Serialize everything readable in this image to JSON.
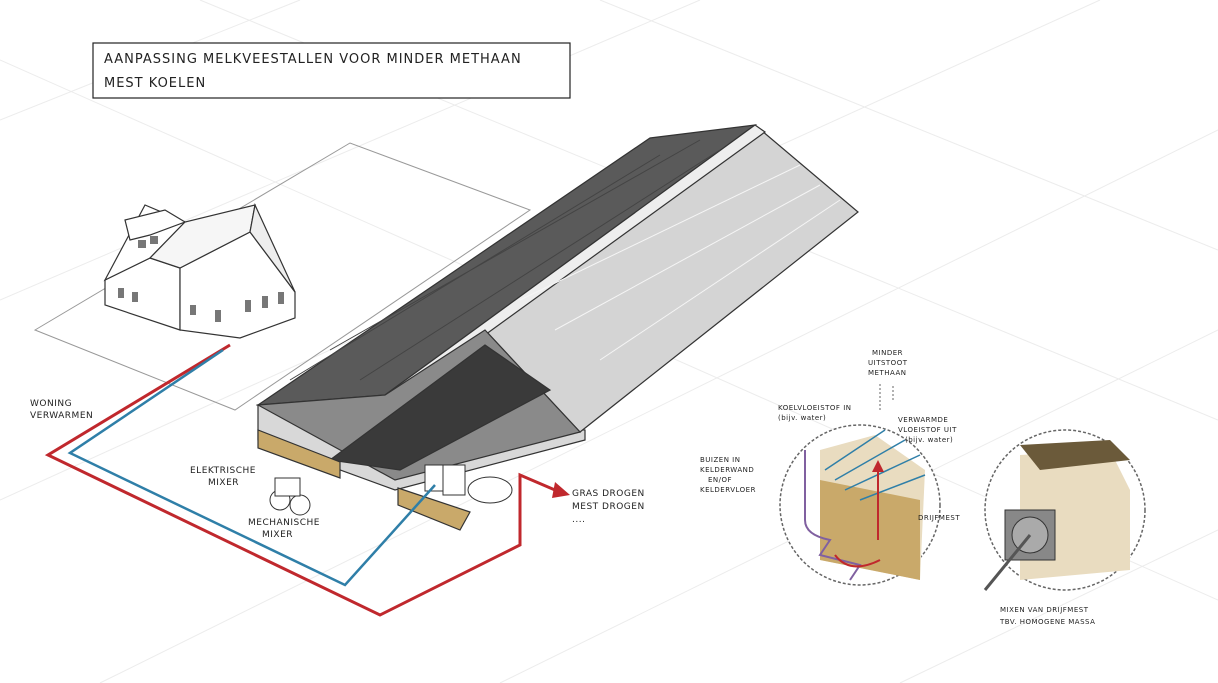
{
  "title": {
    "line1": "AANPASSING MELKVEESTALLEN VOOR MINDER METHAAN",
    "line2": "MEST KOELEN"
  },
  "labels": {
    "woning_verwarmen": [
      "WONING",
      "VERWARMEN"
    ],
    "elektrische_mixer": [
      "ELEKTRISCHE",
      "MIXER"
    ],
    "mechanische_mixer": [
      "MECHANISCHE",
      "MIXER"
    ],
    "drogen": [
      "GRAS DROGEN",
      "MEST DROGEN",
      "...."
    ],
    "buizen": [
      "BUIZEN IN",
      "KELDERWAND",
      "EN/OF",
      "KELDERVLOER"
    ],
    "koelvloeistof_in": [
      "KOELVLOEISTOF IN",
      "(bijv. water)"
    ],
    "minder_uitstoot": [
      "MINDER",
      "UITSTOOT",
      "METHAAN"
    ],
    "verwarmde_vloeistof": [
      "VERWARMDE",
      "VLOEISTOF UIT",
      "(bijv. water)"
    ],
    "drijfmest": "DRIJFMEST",
    "mixen": [
      "MIXEN VAN DRIJFMEST",
      "TBV. HOMOGENE MASSA"
    ]
  },
  "colors": {
    "warm_pipe": "#c0282d",
    "cold_pipe": "#2f7fa8",
    "roof_dark": "#5a5a5a",
    "roof_light": "#d4d4d4",
    "manure": "#c9a96a"
  }
}
